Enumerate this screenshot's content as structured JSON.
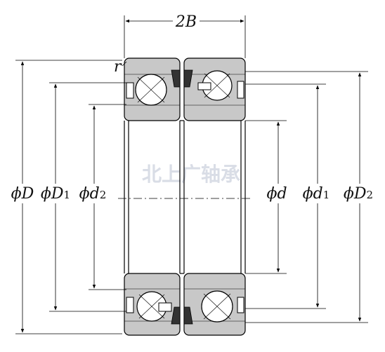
{
  "diagram": {
    "type": "double-row angular contact ball bearing cross-section",
    "watermark": "北上广轴承",
    "labels": {
      "width": "2B",
      "fillet": "r",
      "outer_diameter": {
        "symbol": "ϕ",
        "main": "D",
        "sub": ""
      },
      "outer_ring_shoulder": {
        "symbol": "ϕ",
        "main": "D",
        "sub": "1"
      },
      "outer_seal_bore": {
        "symbol": "ϕ",
        "main": "d",
        "sub": "2"
      },
      "bore": {
        "symbol": "ϕ",
        "main": "d",
        "sub": ""
      },
      "inner_ring_shoulder": {
        "symbol": "ϕ",
        "main": "d",
        "sub": "1"
      },
      "inner_ring_outer": {
        "symbol": "ϕ",
        "main": "D",
        "sub": "2"
      }
    },
    "colors": {
      "ring_fill": "#c8c8c8",
      "line": "#000000",
      "watermark": "#d9dde6"
    }
  }
}
